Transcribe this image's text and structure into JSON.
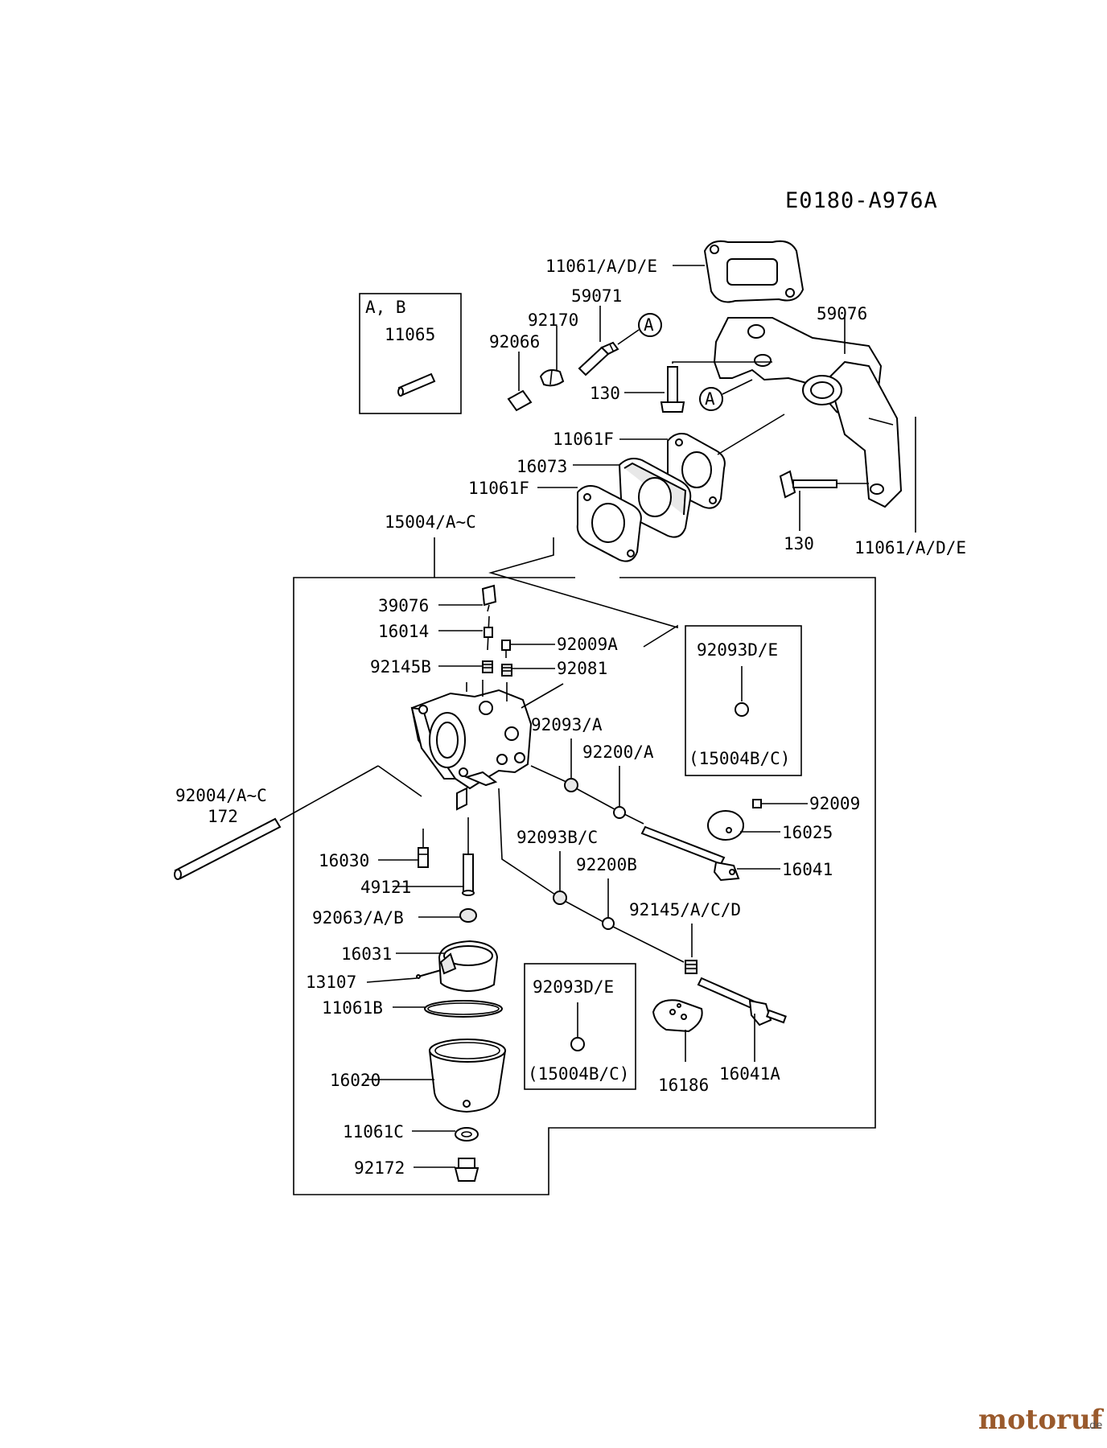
{
  "diagram_code": "E0180-A976A",
  "watermark": {
    "name": "motoruf",
    "tld": ".de",
    "color": "#9a5a2c"
  },
  "ref_marker": "A",
  "box_ab": {
    "title": "A, B",
    "part": "11065"
  },
  "box_d1": {
    "part": "92093D/E",
    "note": "(15004B/C)"
  },
  "box_d2": {
    "part": "92093D/E",
    "note": "(15004B/C)"
  },
  "labels": {
    "l11061ade_top": "11061/A/D/E",
    "l59071": "59071",
    "l59076": "59076",
    "l92170": "92170",
    "l92066": "92066",
    "l130a": "130",
    "l11061f_1": "11061F",
    "l16073": "16073",
    "l11061f_2": "11061F",
    "l15004": "15004/A~C",
    "l130b": "130",
    "l11061ade_bot": "11061/A/D/E",
    "l39076": "39076",
    "l16014": "16014",
    "l92009a": "92009A",
    "l92145b": "92145B",
    "l92081": "92081",
    "l92093a": "92093/A",
    "l92200a": "92200/A",
    "l92004": "92004/A~C",
    "l172": "172",
    "l92009": "92009",
    "l16025": "16025",
    "l16030": "16030",
    "l92093bc": "92093B/C",
    "l92200b": "92200B",
    "l16041": "16041",
    "l49121": "49121",
    "l92063": "92063/A/B",
    "l92145acd": "92145/A/C/D",
    "l16031": "16031",
    "l13107": "13107",
    "l11061b": "11061B",
    "l16020": "16020",
    "l16186": "16186",
    "l16041a": "16041A",
    "l11061c": "11061C",
    "l92172": "92172"
  }
}
